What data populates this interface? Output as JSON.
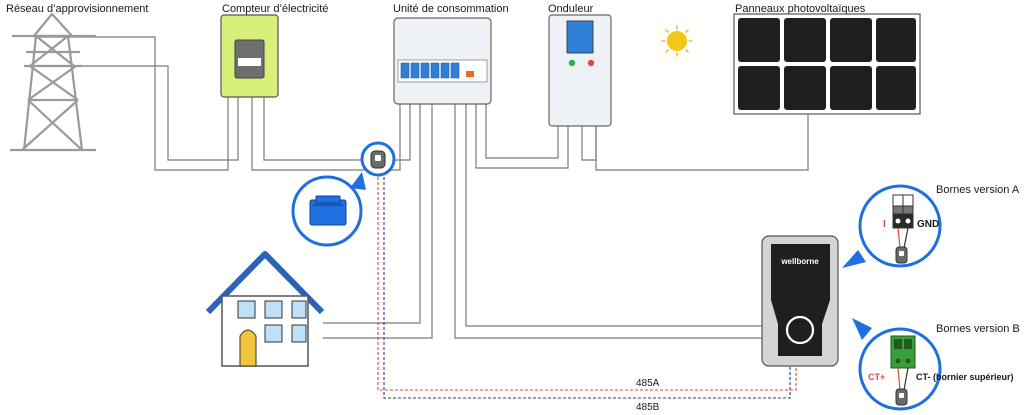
{
  "labels": {
    "grid": "Réseau d’approvisionnement",
    "meter": "Compteur d’électricité",
    "consumer_unit": "Unité de consommation",
    "inverter": "Onduleur",
    "solar_panels": "Panneaux photovoltaïques",
    "charger_brand": "wellborne",
    "version_a": "Bornes version A",
    "version_b": "Bornes version B",
    "terminal_i": "I",
    "terminal_gnd": "GND",
    "terminal_ct_plus": "CT+",
    "terminal_ct_minus": "CT- (bornier supérieur)",
    "bus_485a": "485A",
    "bus_485b": "485B"
  },
  "colors": {
    "meter_green": "#d6f07a",
    "breaker_blue": "#2f7fd6",
    "callout_blue": "#1e6fe0",
    "wire_grey": "#7a7a7a",
    "wire_485a": "#e0483d",
    "wire_485b": "#2b3a8c",
    "sun": "#f5c518",
    "panel_dark": "#1f1f1f",
    "house_roof": "#2b63b8",
    "door_yellow": "#f2c63a",
    "led_green": "#2fae4a",
    "led_red": "#e0483d",
    "terminal_green": "#3a9e3a"
  },
  "icons": {
    "grid": "pylon-icon",
    "meter": "meter-icon",
    "consumer_unit": "breaker-panel-icon",
    "inverter": "inverter-icon",
    "sun": "sun-icon",
    "solar": "solar-panel-icon",
    "ct_clamp": "ct-clamp-icon",
    "house": "house-icon",
    "charger": "ev-charger-icon"
  }
}
